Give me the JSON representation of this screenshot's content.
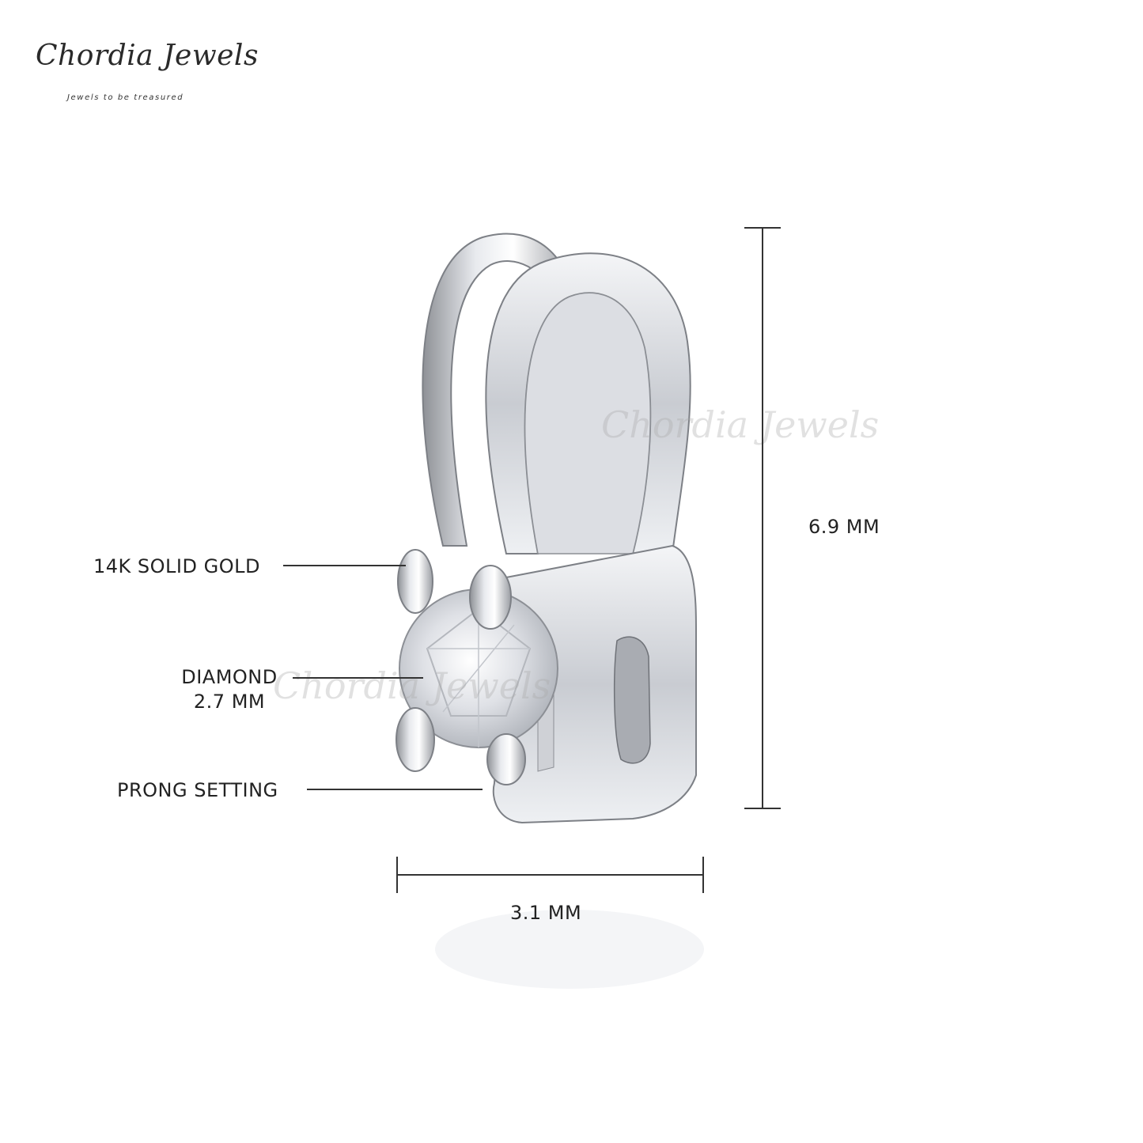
{
  "brand": {
    "name": "Chordia Jewels",
    "tagline": "Jewels to be treasured"
  },
  "watermark": "Chordia Jewels",
  "callouts": {
    "metal": "14K SOLID GOLD",
    "stone_name": "DIAMOND",
    "stone_size": "2.7 MM",
    "setting": "PRONG SETTING"
  },
  "dimensions": {
    "height": "6.9 MM",
    "width": "3.1 MM"
  },
  "colors": {
    "background": "#ffffff",
    "metal": "#d9dbe0",
    "line": "#333333"
  }
}
